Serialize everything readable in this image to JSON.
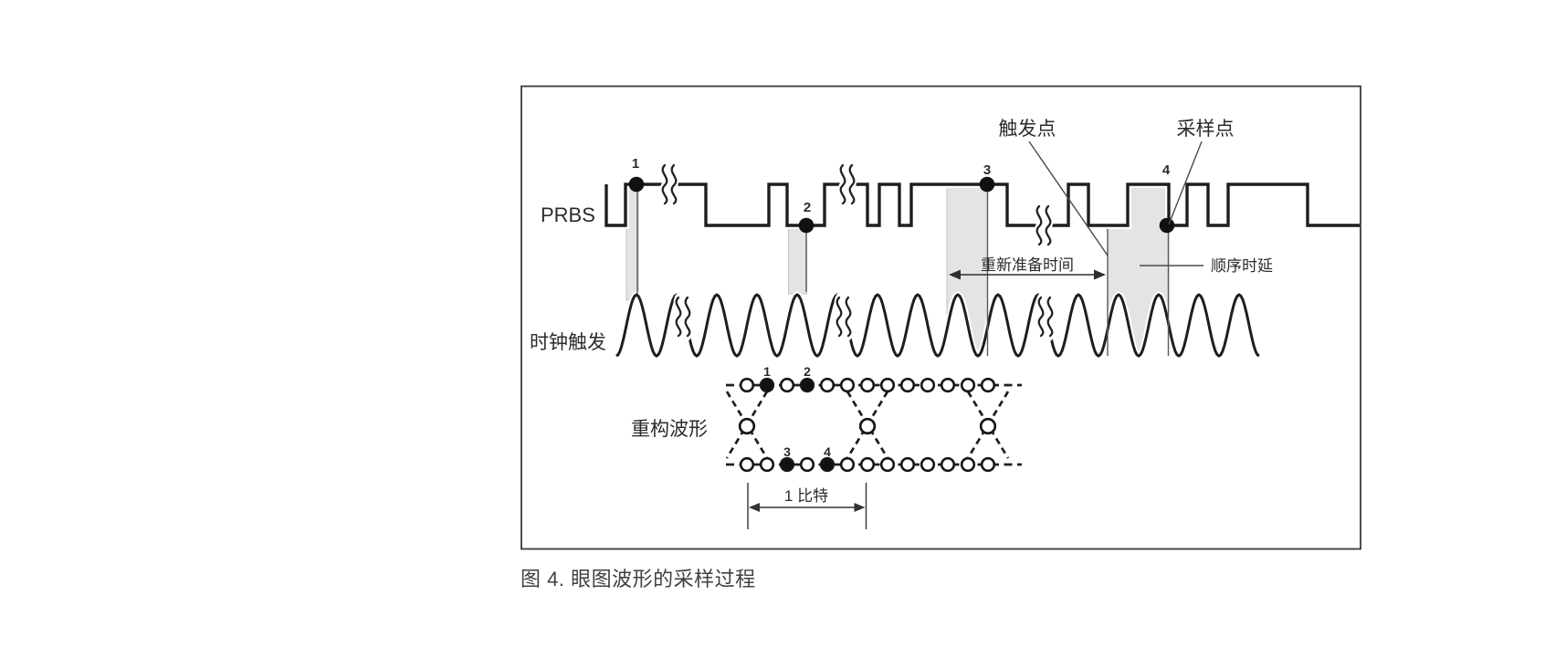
{
  "figure": {
    "caption": "图 4. 眼图波形的采样过程",
    "signals": {
      "prbs": "PRBS",
      "clock_trigger": "时钟触发",
      "reconstructed_waveform": "重构波形"
    },
    "annotations": {
      "trigger_point": "触发点",
      "sample_point": "采样点",
      "rearm_time": "重新准备时间",
      "sequential_delay": "顺序时延",
      "one_bit": "1 比特"
    },
    "sample_numbers": [
      "1",
      "2",
      "3",
      "4"
    ],
    "colors": {
      "line": "#1e1e1e",
      "band_fill": "#e4e4e4",
      "band_edge": "#bdbdbd",
      "callout_line": "#4a4a4a",
      "text": "#2b2b2b",
      "caption_text": "#404040"
    }
  }
}
